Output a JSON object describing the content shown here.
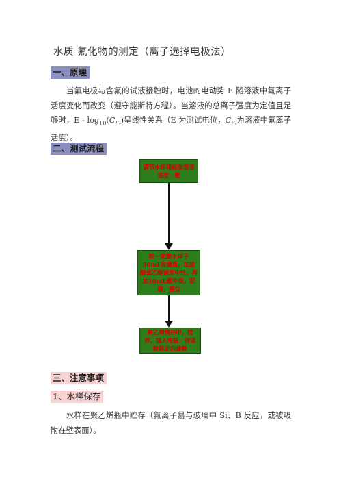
{
  "doc_title": "水质  氟化物的测定（离子选择电极法）",
  "sections": {
    "principle": {
      "heading": "一、原理",
      "paragraph": "当氟电极与含氟的试液接触时，电池的电动势 E 随溶液中氟离子活度变化而改变（遵守能斯特方程）。当溶液的总离子强度为定值且足够时，E - log₁₀(C_F-)呈线性关系（E 为测试电位，C_F-为溶液中氟离子活度）。"
    },
    "flow": {
      "heading": "二、测试流程",
      "steps": [
        "调节水样和标准溶液温度一致",
        "取一定量水样于50mL容量瓶，加盐酸或乙酸钠至中性，再加10mL缓冲液，定容，摇匀",
        "聚乙烯烧杯中，搅拌，插入电极，待读数稳定后读数"
      ]
    },
    "notes": {
      "heading": "三、注意事项",
      "sub_heading": "1、水样保存",
      "paragraph": "水样在聚乙烯瓶中贮存（氟离子易与玻璃中 Si、B 反应，或被吸附在壁表面）。"
    }
  },
  "colors": {
    "heading_blue": "#8b8fc0",
    "heading_pink": "#f6d2d2",
    "flow_box_fill": "#2e7d1c",
    "flow_box_text": "#d40000"
  }
}
